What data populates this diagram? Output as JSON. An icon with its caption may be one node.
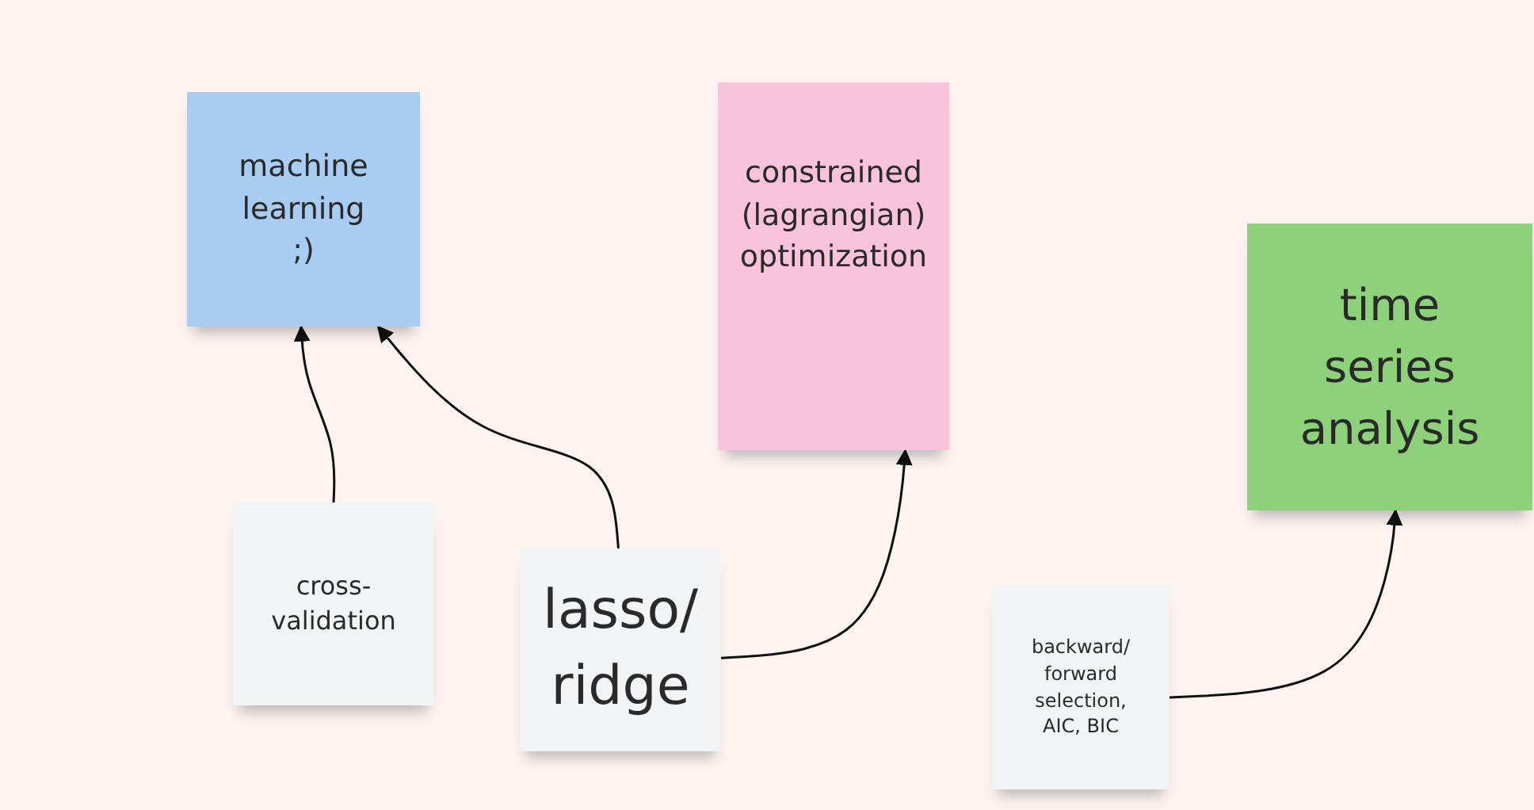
{
  "diagram": {
    "nodes": [
      {
        "text": [
          "machine learning ;)"
        ]
      },
      {
        "text": [
          "constrained (lagrangian) optimization"
        ]
      },
      {
        "text": [
          "time series analysis"
        ]
      },
      {
        "text": [
          "cross-validation"
        ]
      },
      {
        "text": [
          "lasso/ ridge"
        ]
      },
      {
        "text": [
          "backward/ forward selection, AIC, BIC"
        ]
      }
    ],
    "edges": [
      {
        "from": 3,
        "to": 0,
        "arrow": "to"
      },
      {
        "from": 4,
        "to": 0,
        "arrow": "to"
      },
      {
        "from": 4,
        "to": 1,
        "arrow": "to"
      },
      {
        "from": 5,
        "to": 2,
        "arrow": "to"
      }
    ]
  }
}
